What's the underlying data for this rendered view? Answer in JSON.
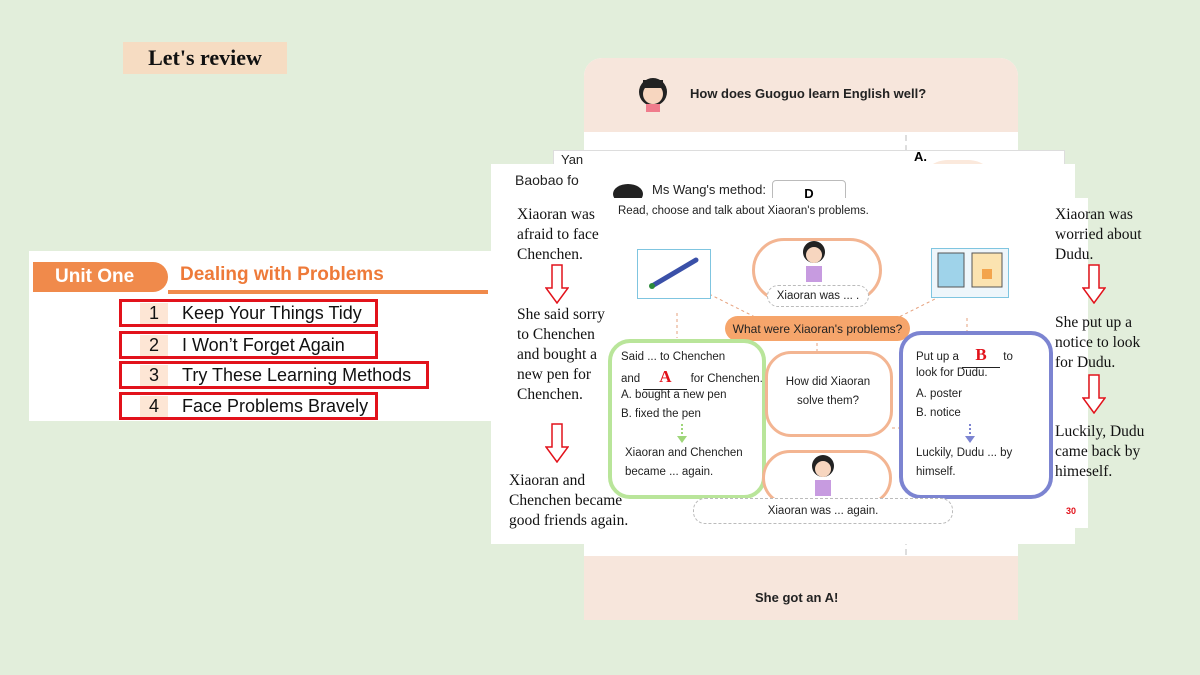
{
  "title": "Let's review",
  "unit": {
    "tab": "Unit One",
    "heading": "Dealing with Problems",
    "lessons": [
      {
        "num": "1",
        "title": "Keep Your Things Tidy"
      },
      {
        "num": "2",
        "title": "I Won’t Forget Again"
      },
      {
        "num": "3",
        "title": "Try These Learning Methods"
      },
      {
        "num": "4",
        "title": "Face Problems Bravely"
      }
    ]
  },
  "back_card": {
    "question": "How does Guoguo learn English well?",
    "option_letter": "A.",
    "footer": "She got an A!"
  },
  "mid_cards": {
    "yan": "Yan",
    "baobao": "Baobao fo",
    "mswang_label": "Ms Wang's method:",
    "mswang_answer": "D"
  },
  "main_card": {
    "instruction": "Read, choose and talk about Xiaoran's problems.",
    "cloud_top": "Xiaoran was ... .",
    "center": "What were Xiaoran's problems?",
    "middle_question": "How did Xiaoran solve them?",
    "green": {
      "line1": "Said ... to Chenchen",
      "line2_pre": "and",
      "answer": "A",
      "line2_post": "for Chenchen.",
      "opt_a": "A. bought a new pen",
      "opt_b": "B. fixed the pen",
      "result": "Xiaoran and Chenchen became ... again."
    },
    "blue": {
      "line1_pre": "Put up a",
      "answer": "B",
      "line1_post": "to",
      "line2": "look for Dudu.",
      "opt_a": "A. poster",
      "opt_b": "B. notice",
      "result": "Luckily, Dudu ... by himself."
    },
    "cloud_bottom": "Xiaoran was ... again."
  },
  "left_story": [
    "Xiaoran was afraid to face Chenchen.",
    "She said sorry to Chenchen and bought a new pen for Chenchen.",
    "Xiaoran and Chenchen became good friends again."
  ],
  "right_story": [
    "Xiaoran was worried about Dudu.",
    "She put up a notice to look for Dudu.",
    "Luckily, Dudu came back by himeself."
  ],
  "logo": "30",
  "colors": {
    "background": "#e2eedb",
    "accent": "#f08a4b",
    "highlight": "#e2121b"
  }
}
